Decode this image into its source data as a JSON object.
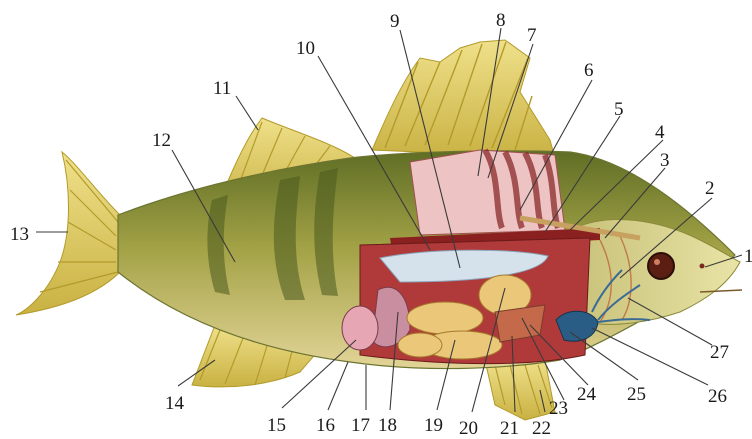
{
  "labels": [
    "1",
    "2",
    "3",
    "4",
    "5",
    "6",
    "7",
    "8",
    "9",
    "10",
    "11",
    "12",
    "13",
    "14",
    "15",
    "16",
    "17",
    "18",
    "19",
    "20",
    "21",
    "22",
    "23",
    "24",
    "25",
    "26",
    "27"
  ],
  "colors": {
    "background": "#ffffff",
    "body_light": "#d8c77a",
    "body_dark": "#7d8a3a",
    "fin": "#e2cf62",
    "fin_ray": "#b39a2b",
    "muscle": "#a73a3a",
    "swim_bladder": "#cfdde8",
    "intestine": "#e8c77a",
    "liver": "#c26a4a",
    "heart": "#2a5d86",
    "eye": "#5a1e12",
    "leader_line": "#3a3a3a"
  }
}
